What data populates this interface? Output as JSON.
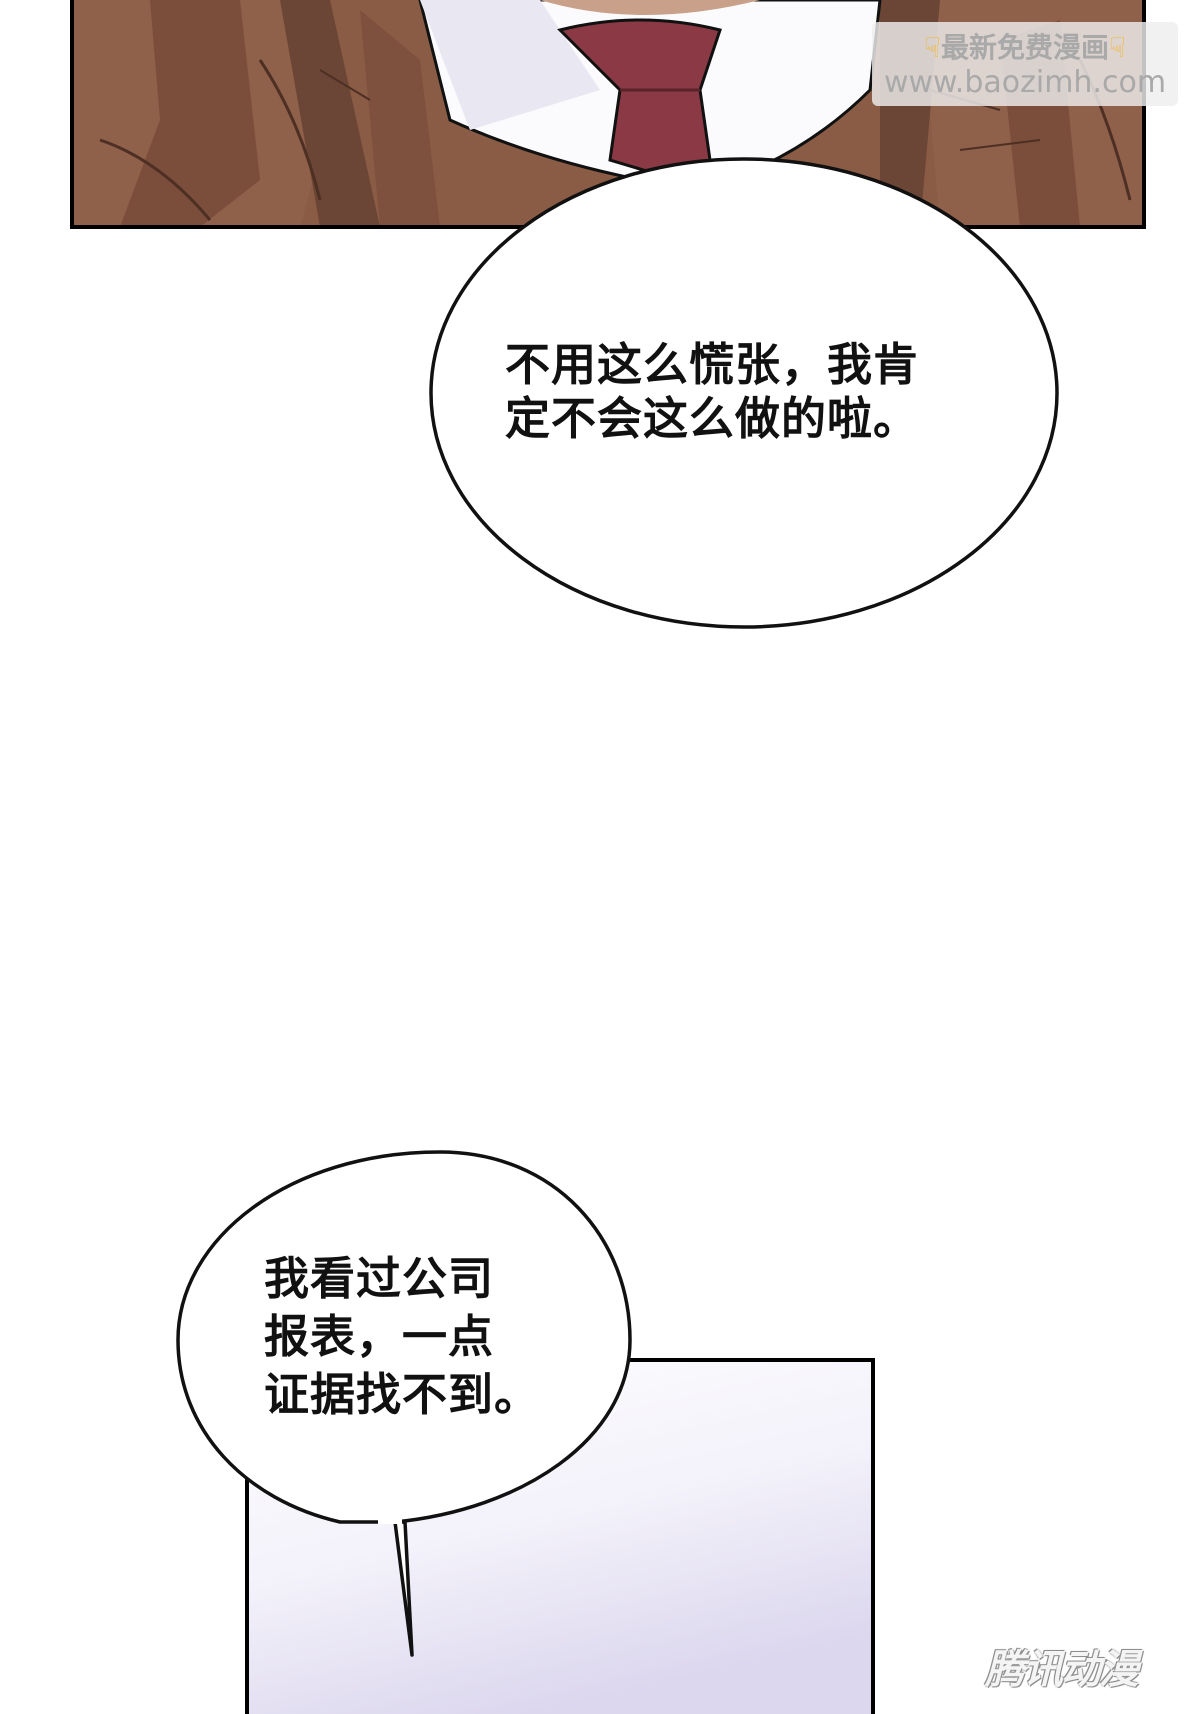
{
  "panels": {
    "top_panel": {
      "content": "suit-and-tie-closeup"
    },
    "bottom_panel": {
      "content": "blank-pale-lavender"
    }
  },
  "bubbles": [
    {
      "lines": [
        "不用这么慌张，我肯",
        "定不会这么做的啦。"
      ]
    },
    {
      "lines": [
        "我看过公司",
        "报表，一点",
        "证据找不到。"
      ]
    }
  ],
  "watermarks": {
    "top": {
      "line1": "最新免费漫画",
      "line2": "www.baozimh.com",
      "icon": "pointing-down-hand-icon"
    },
    "bottom": {
      "text": "腾讯动漫"
    }
  },
  "colors": {
    "suit": "#8a5c45",
    "suit_shadow": "#6b4535",
    "tie": "#8b3a45",
    "shirt": "#fbfbfd",
    "panel_border": "#000000",
    "bubble_fill": "#ffffff",
    "bubble_stroke": "#111111",
    "lower_panel_fill": "#f1eef8"
  }
}
